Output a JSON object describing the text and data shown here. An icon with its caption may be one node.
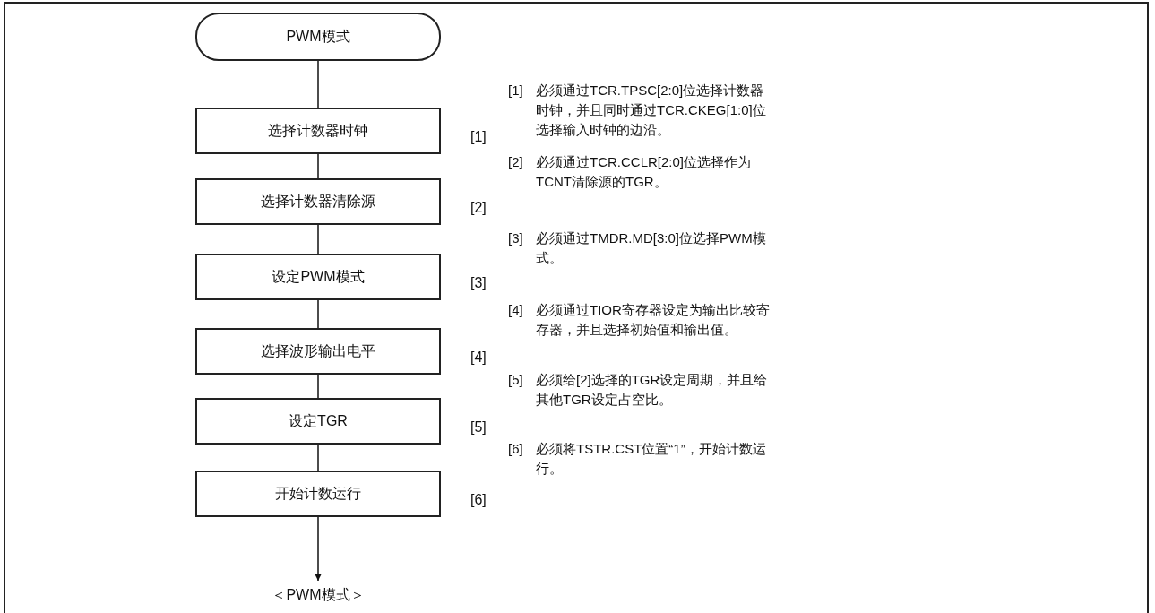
{
  "diagram": {
    "nodes": [
      {
        "text": [
          "PWM模式"
        ]
      },
      {
        "text": [
          "选择计数器时钟"
        ],
        "beside": [
          "[1]"
        ]
      },
      {
        "text": [
          "选择计数器清除源"
        ],
        "beside": [
          "[2]"
        ]
      },
      {
        "text": [
          "设定PWM模式"
        ],
        "beside": [
          "[3]"
        ]
      },
      {
        "text": [
          "选择波形输出电平"
        ],
        "beside": [
          "[4]"
        ]
      },
      {
        "text": [
          "设定TGR"
        ],
        "beside": [
          "[5]"
        ]
      },
      {
        "text": [
          "开始计数运行"
        ],
        "beside": [
          "[6]"
        ]
      },
      {
        "text": [
          "＜PWM模式＞"
        ]
      }
    ],
    "edges": [
      {
        "from": 0,
        "to": 1,
        "arrow": "none"
      },
      {
        "from": 1,
        "to": 2,
        "arrow": "none"
      },
      {
        "from": 2,
        "to": 3,
        "arrow": "none"
      },
      {
        "from": 3,
        "to": 4,
        "arrow": "none"
      },
      {
        "from": 4,
        "to": 5,
        "arrow": "none"
      },
      {
        "from": 5,
        "to": 6,
        "arrow": "none"
      },
      {
        "from": 6,
        "to": 7,
        "arrow": "to"
      }
    ],
    "labels": [
      "[1]",
      "必须通过TCR.TPSC[2:0]位选择计数器时钟，并且同时通过TCR.CKEG[1:0]位选择输入时钟的边沿。",
      "[2]",
      "必须通过TCR.CCLR[2:0]位选择作为TCNT清除源的TGR。",
      "[3]",
      "必须通过TMDR.MD[3:0]位选择PWM模式。",
      "[4]",
      "必须通过TIOR寄存器设定为输出比较寄存器，并且选择初始值和输出值。",
      "[5]",
      "必须给[2]选择的TGR设定周期，并且给其他TGR设定占空比。",
      "[6]",
      "必须将TSTR.CST位置“1”，开始计数运行。"
    ]
  }
}
